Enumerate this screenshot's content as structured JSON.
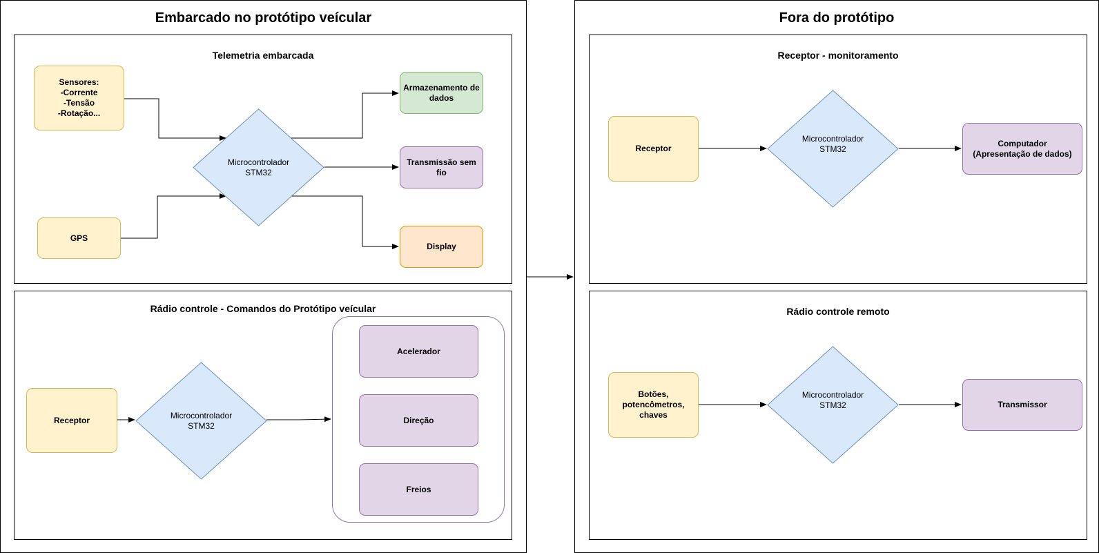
{
  "left_panel": {
    "title": "Embarcado no protótipo veícular",
    "telemetry": {
      "title": "Telemetria embarcada",
      "sensors": "Sensores:\n-Corrente\n-Tensão\n-Rotação...",
      "gps": "GPS",
      "mcu": "Microcontrolador\nSTM32",
      "storage": "Armazenamento de\ndados",
      "wireless": "Transmissão sem\nfio",
      "display": "Display"
    },
    "radio": {
      "title": "Rádio controle - Comandos do Protótipo veícular",
      "receiver": "Receptor",
      "mcu": "Microcontrolador\nSTM32",
      "accelerator": "Acelerador",
      "steering": "Direção",
      "brakes": "Freios"
    }
  },
  "right_panel": {
    "title": "Fora do protótipo",
    "monitoring": {
      "title": "Receptor - monitoramento",
      "receiver": "Receptor",
      "mcu": "Microcontrolador\nSTM32",
      "computer": "Computador\n(Apresentação de dados)"
    },
    "remote": {
      "title": "Rádio controle remoto",
      "inputs": "Botões,\npotencômetros,\nchaves",
      "mcu": "Microcontrolador\nSTM32",
      "transmitter": "Transmissor"
    }
  },
  "colors": {
    "yellow_fill": "#fff2cc",
    "yellow_stroke": "#d6b656",
    "blue_fill": "#dae8fc",
    "blue_stroke": "#6c8ebf",
    "purple_fill": "#e1d5e7",
    "purple_stroke": "#9673a6",
    "green_fill": "#d5e8d4",
    "green_stroke": "#82b366",
    "orange_fill": "#ffe6cc",
    "orange_stroke": "#d79b00"
  }
}
